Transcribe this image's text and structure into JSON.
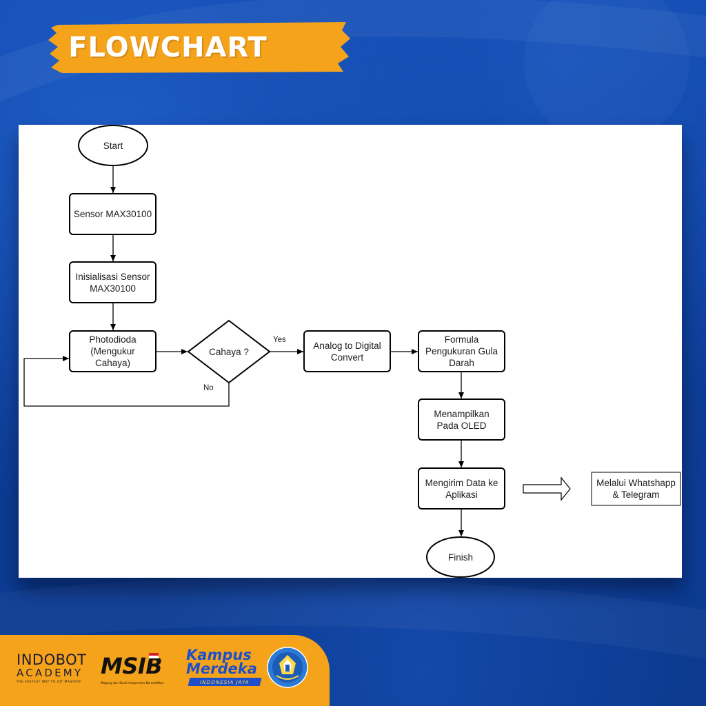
{
  "header": {
    "title": "FLOWCHART"
  },
  "flowchart": {
    "nodes": {
      "start": "Start",
      "sensor": "Sensor MAX30100",
      "init": "Inisialisasi Sensor\nMAX30100",
      "photodioda": "Photodioda\n(Mengukur\nCahaya)",
      "decision": "Cahaya ?",
      "adc": "Analog to Digital\nConvert",
      "formula": "Formula\nPengukuran Gula\nDarah",
      "oled": "Menampilkan\nPada OLED",
      "kirim": "Mengirim Data ke\nAplikasi",
      "whatsapp": "Melalui Whatshapp\n& Telegram",
      "finish": "Finish"
    },
    "edge_labels": {
      "yes": "Yes",
      "no": "No"
    }
  },
  "footer": {
    "indobot": {
      "name": "INDOBOT",
      "sub": "ACADEMY",
      "tagline": "THE FASTEST WAY TO IOT MASTERY"
    },
    "msib": {
      "name": "MSIB",
      "tagline": "Magang dan Studi Independen Bersertifikat"
    },
    "kampus": {
      "line1": "Kampus",
      "line2": "Merdeka",
      "badge": "INDONESIA JAYA"
    }
  },
  "colors": {
    "background": "#0f3f99",
    "banner": "#f5a31b",
    "footer": "#f5a31b",
    "kampus_blue": "#1f4fc8"
  }
}
